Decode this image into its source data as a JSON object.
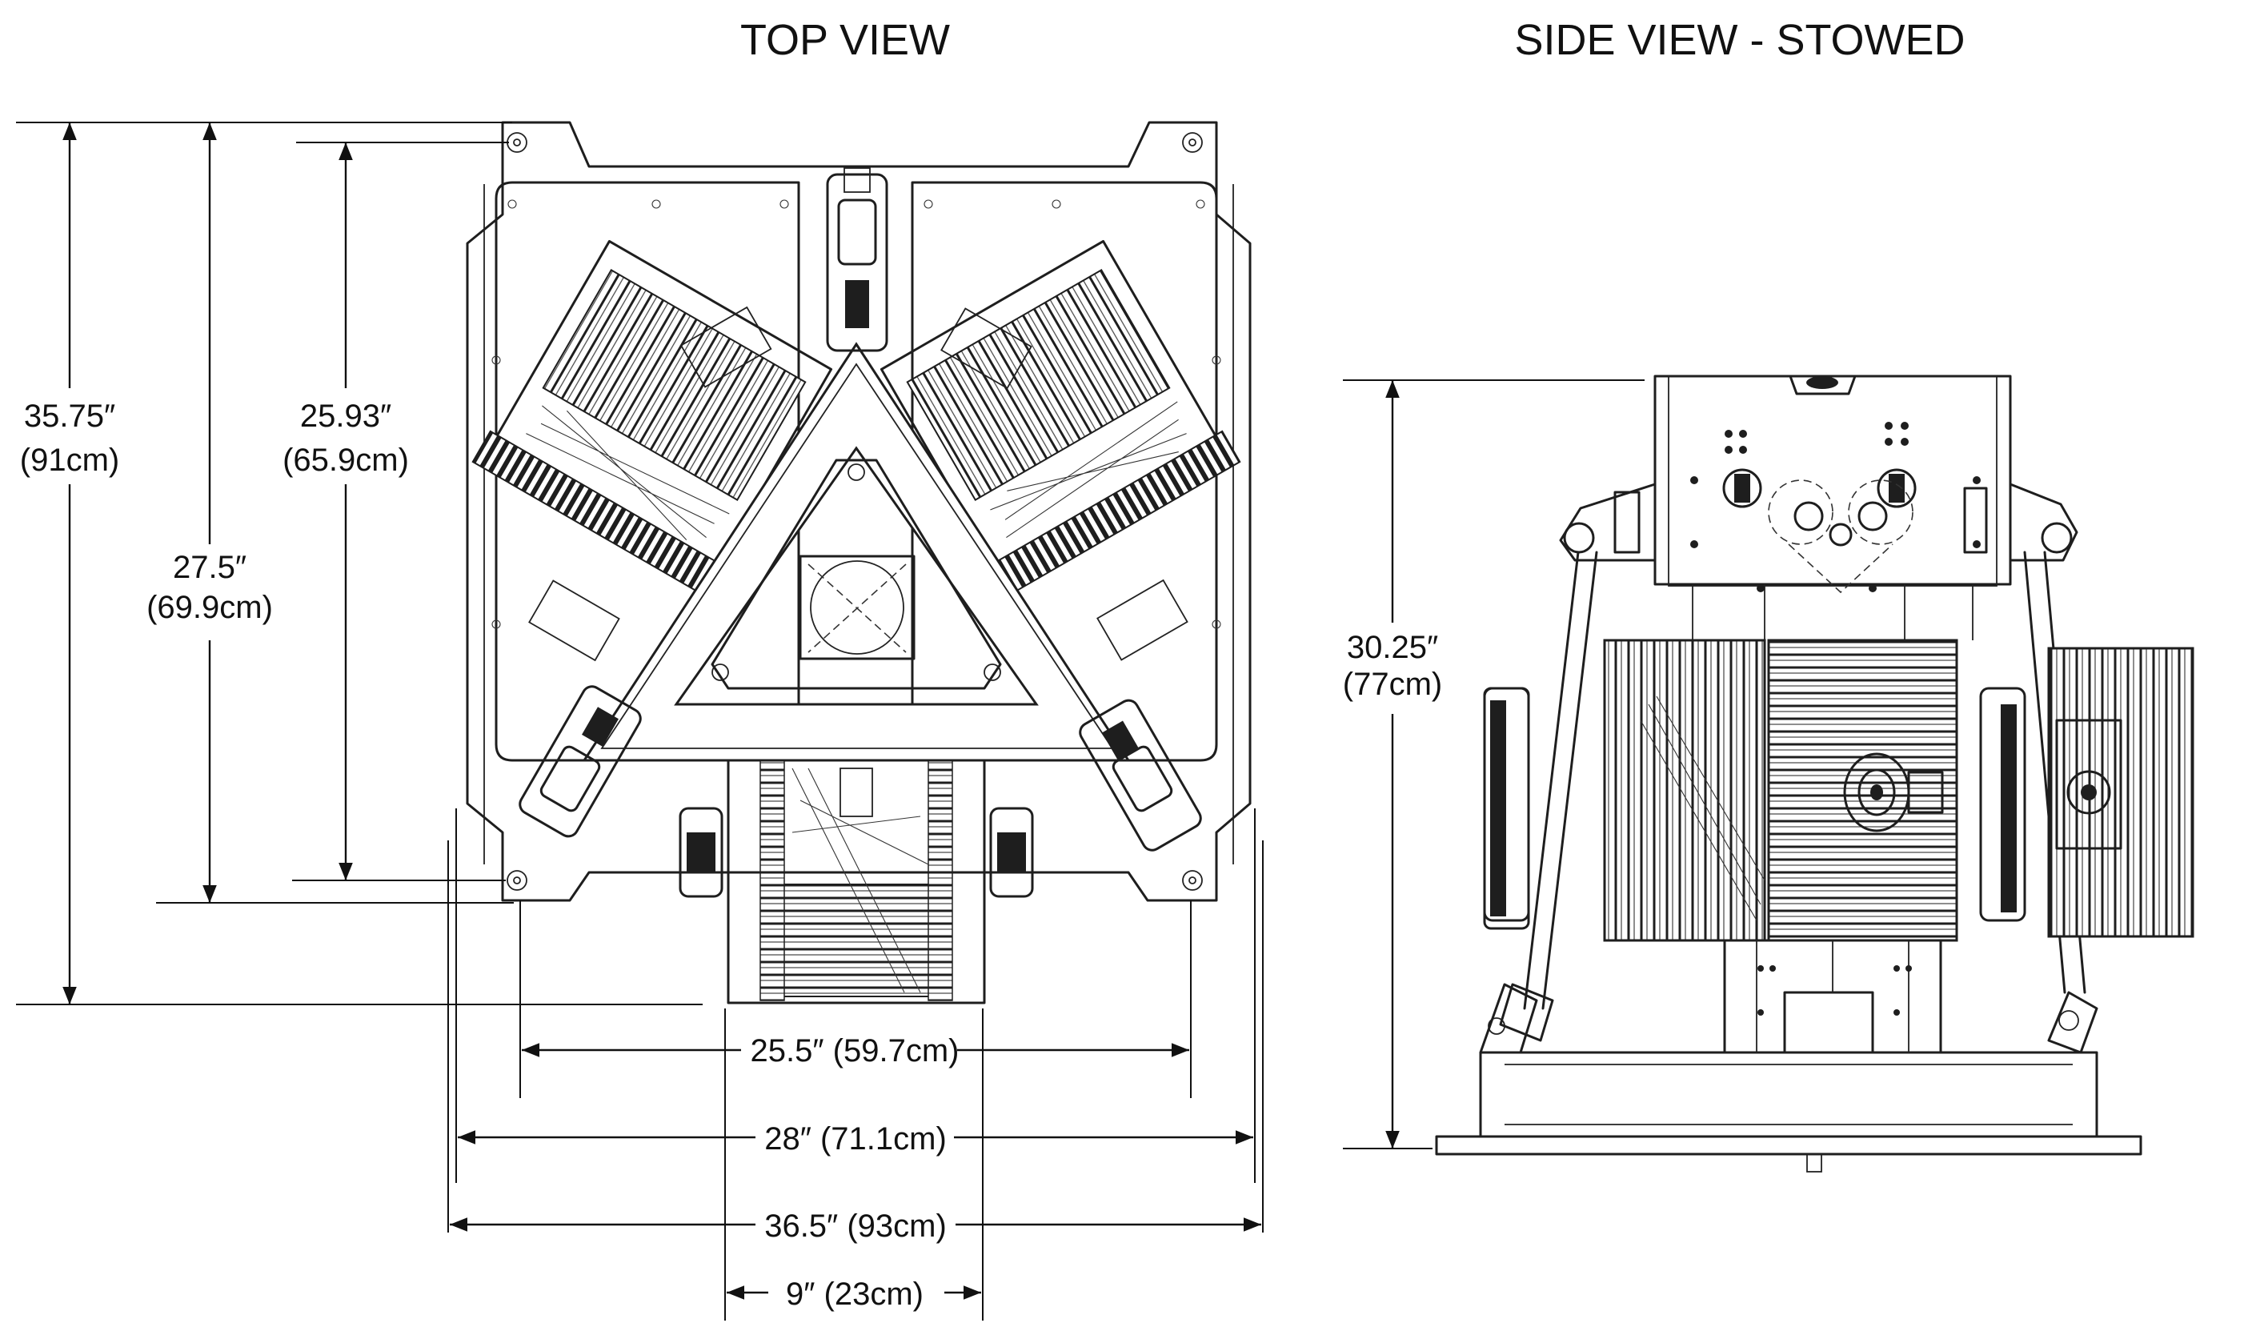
{
  "titles": {
    "top_view": "TOP VIEW",
    "side_view": "SIDE VIEW - STOWED"
  },
  "top_view_dimensions": {
    "overall_depth": {
      "line1": "35.75″",
      "line2": "(91cm)"
    },
    "mount_hole_depth": {
      "line1": "27.5″",
      "line2": "(69.9cm)"
    },
    "plate_depth": {
      "line1": "25.93″",
      "line2": "(65.9cm)"
    },
    "mount_hole_width": "25.5″ (59.7cm)",
    "frame_width": "28″ (71.1cm)",
    "overall_width": "36.5″ (93cm)",
    "hub_width": "9″ (23cm)"
  },
  "side_view_dimensions": {
    "stowed_height": {
      "line1": "30.25″",
      "line2": "(77cm)"
    }
  }
}
